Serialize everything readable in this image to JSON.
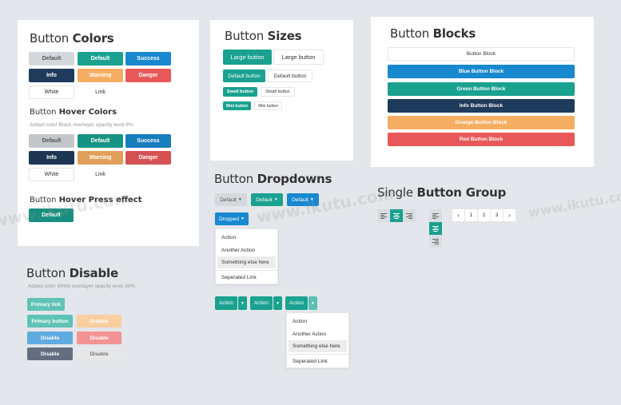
{
  "colors": {
    "default": "#d4d8dd",
    "green": "#1aa190",
    "blue": "#1888cf",
    "navy": "#1f3b5c",
    "orange": "#f5ae61",
    "red": "#e95858"
  },
  "colors_card": {
    "title_a": "Button ",
    "title_b": "Colors",
    "buttons": [
      "Default",
      "Default",
      "Success",
      "Info",
      "Warning",
      "Danger",
      "White",
      "Link"
    ],
    "hover_a": "Button ",
    "hover_b": "Hover Colors",
    "hover_note": "Added color Black overlayer opacity level 8%",
    "hover_buttons": [
      "Default",
      "Default",
      "Success",
      "Info",
      "Warning",
      "Danger",
      "White",
      "Link"
    ],
    "press_a": "Button ",
    "press_b": "Hover Press effect",
    "press_button": "Default"
  },
  "sizes_card": {
    "title_a": "Button ",
    "title_b": "Sizes",
    "large": [
      "Large button",
      "Large button"
    ],
    "default": [
      "Default button",
      "Default button"
    ],
    "small": [
      "Small button",
      "Small button"
    ],
    "mini": [
      "Mini button",
      "Mini button"
    ]
  },
  "blocks_card": {
    "title_a": "Button ",
    "title_b": "Blocks",
    "buttons": [
      "Button Block",
      "Blue Button Block",
      "Green Button Block",
      "Info Button Block",
      "Orange Button Block",
      "Red Button Block"
    ]
  },
  "dropdowns": {
    "title_a": "Button ",
    "title_b": "Dropdowns",
    "top": [
      "Default",
      "Default",
      "Default"
    ],
    "dropped": "Dropped",
    "menu": [
      "Action",
      "Another Action",
      "Something else here",
      "Seperated Link"
    ],
    "split": [
      "Action",
      "Action",
      "Action"
    ],
    "menu2": [
      "Action",
      "Another Action",
      "Something else here",
      "Seperated Link"
    ]
  },
  "group": {
    "title_a": "Single ",
    "title_b": "Button Group",
    "align_icons": [
      "align-left-icon",
      "align-center-icon",
      "align-right-icon"
    ],
    "pagination": [
      "1",
      "2",
      "3"
    ]
  },
  "disable": {
    "title_a": "Button ",
    "title_b": "Disable",
    "note": "Added color White overlayer opacity level 30%",
    "buttons": [
      "Primary link",
      "Primary button",
      "Disable",
      "Disable",
      "Disable",
      "Disable",
      "Disable"
    ]
  },
  "watermark": {
    "text": "www.ikutu.com"
  }
}
